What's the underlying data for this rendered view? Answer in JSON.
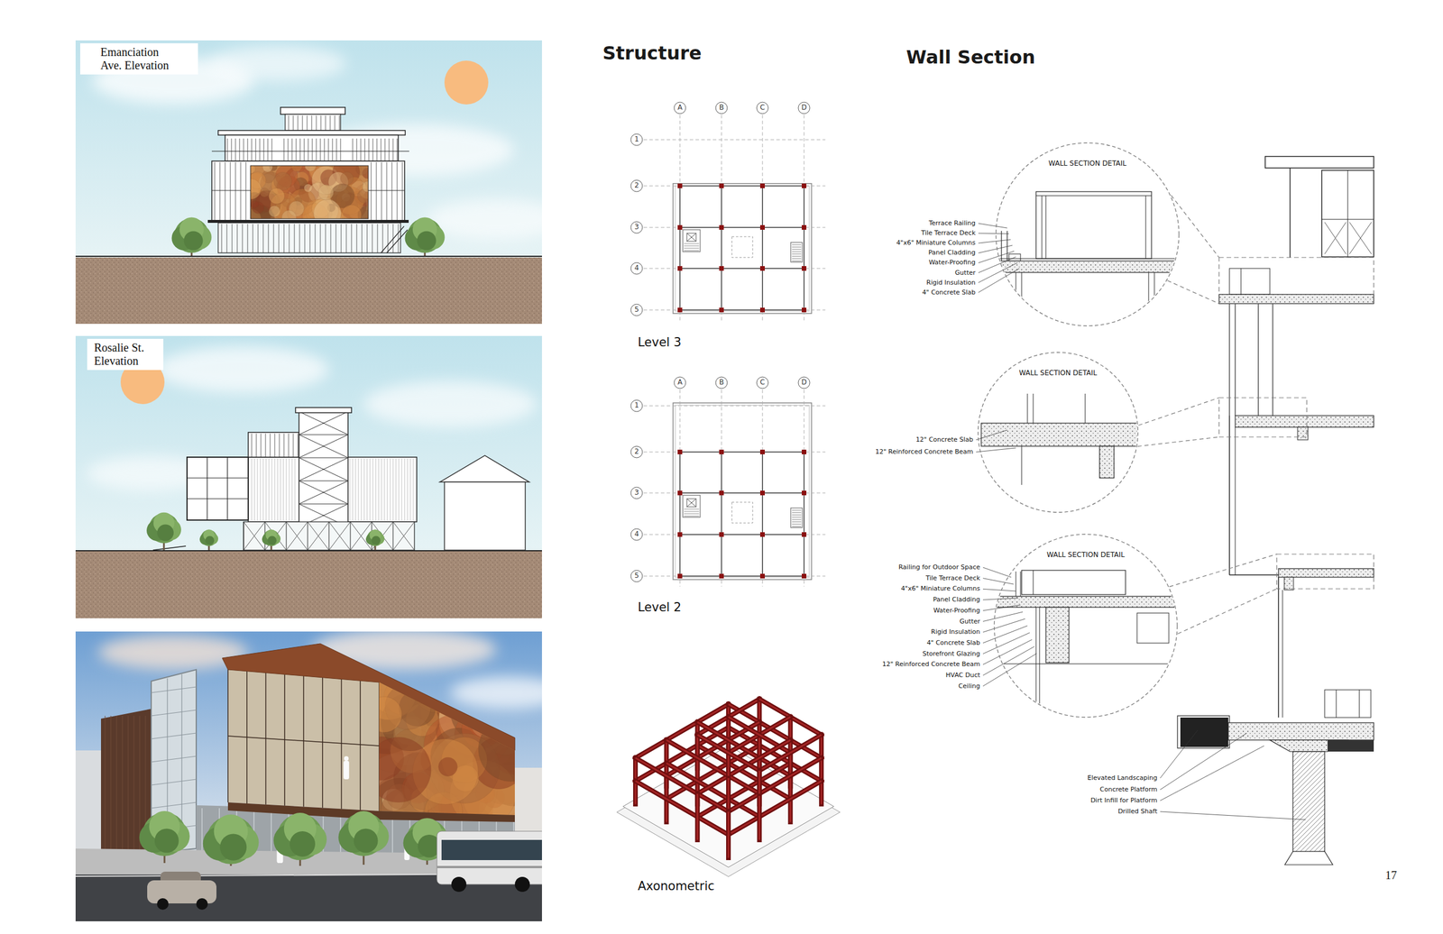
{
  "diagram": {
    "nodes": [
      {
        "text": [
          "Emanciation Ave. Elevation"
        ]
      },
      {
        "text": [
          "Rosalie St. Elevation"
        ]
      },
      {
        "text": [
          "WALL SECTION DETAIL"
        ]
      },
      {
        "text": [
          "WALL SECTION DETAIL"
        ]
      },
      {
        "text": [
          "WALL SECTION DETAIL"
        ]
      }
    ],
    "labels": [
      "Structure",
      "Wall Section",
      "A",
      "B",
      "C",
      "D",
      "1",
      "2",
      "3",
      "4",
      "5",
      "Level 3",
      "A",
      "B",
      "C",
      "D",
      "1",
      "2",
      "3",
      "4",
      "5",
      "Level 2",
      "Axonometric",
      "Terrace Railing",
      "Tile Terrace Deck",
      "4\"x6\" Miniature Columns",
      "Panel Cladding",
      "Water-Proofing",
      "Gutter",
      "Rigid Insulation",
      "4\" Concrete Slab",
      "12\" Concrete Slab",
      "12\" Reinforced Concrete Beam",
      "Railing for Outdoor Space",
      "Tile Terrace Deck",
      "4\"x6\" Miniature Columns",
      "Panel Cladding",
      "Water-Proofing",
      "Gutter",
      "Rigid Insulation",
      "4\" Concrete Slab",
      "Storefront Glazing",
      "12\" Reinforced Concrete Beam",
      "HVAC Duct",
      "Ceiling",
      "Elevated Landscaping",
      "Concrete Platform",
      "Dirt Infill for Platform",
      "Drilled Shaft",
      "17"
    ]
  }
}
